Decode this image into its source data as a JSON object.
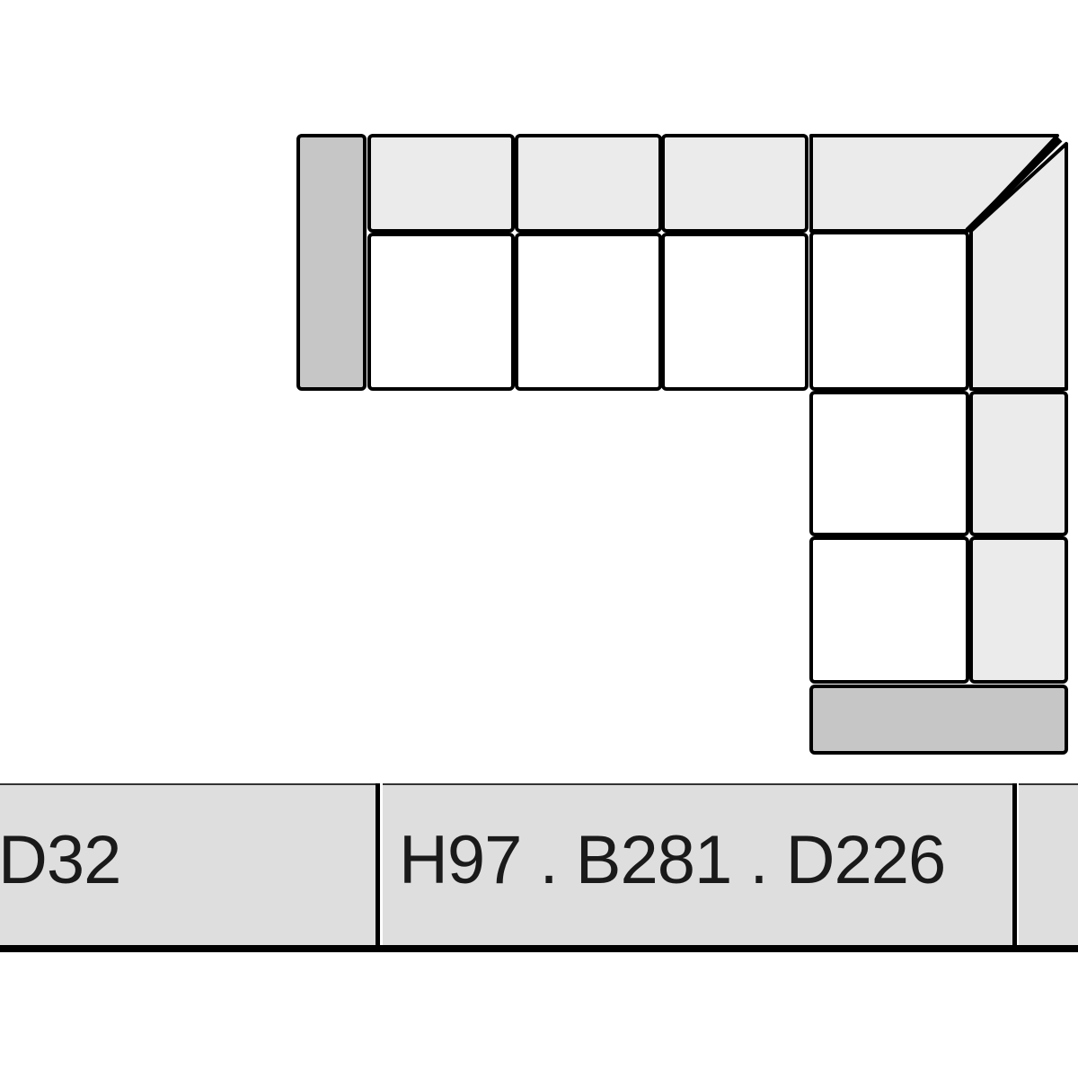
{
  "diagram": {
    "title": "Corner sofa module layout",
    "colors": {
      "armrest": "#c6c6c6",
      "backrest": "#ebebeb",
      "seat": "#ffffff",
      "outline": "#000000",
      "band": "#dedede"
    }
  },
  "dimensions": {
    "left_cell": "D32",
    "middle_cell": "H97 . B281 . D226",
    "right_cell": ""
  }
}
